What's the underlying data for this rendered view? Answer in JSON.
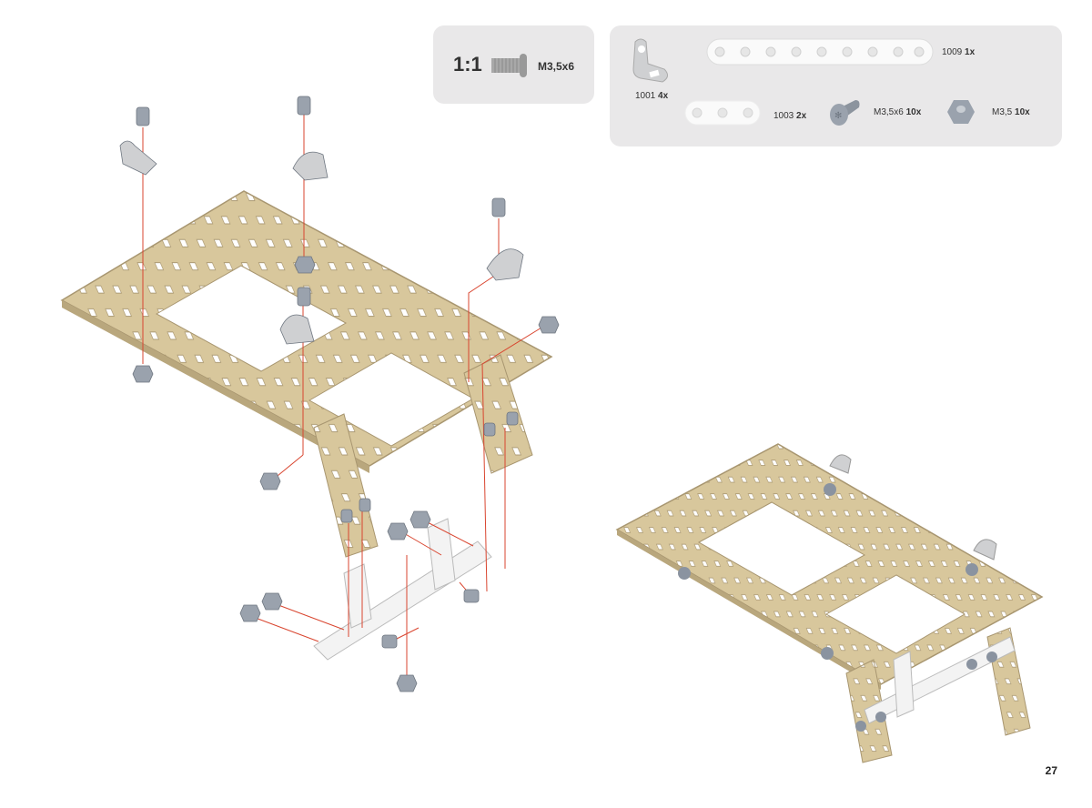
{
  "scale_box": {
    "ratio": "1:1",
    "label": "M3,5x6",
    "icon": "screw-actual-size-icon"
  },
  "parts": [
    {
      "code": "1001",
      "qty": "4x",
      "icon": "angle-bracket-icon"
    },
    {
      "code": "1009",
      "qty": "1x",
      "icon": "flat-strip-9-hole-icon"
    },
    {
      "code": "1003",
      "qty": "2x",
      "icon": "flat-strip-3-hole-icon"
    },
    {
      "code": "M3,5x6",
      "qty": "10x",
      "icon": "screw-icon"
    },
    {
      "code": "M3,5",
      "qty": "10x",
      "icon": "nut-icon"
    }
  ],
  "page_number": "27",
  "colors": {
    "plate": "#d8c79c",
    "plate_edge": "#a89670",
    "strip": "#f2f2f2",
    "hardware": "#9aa2ad",
    "guide_line": "#d9452f",
    "panel": "#e9e8e9"
  }
}
